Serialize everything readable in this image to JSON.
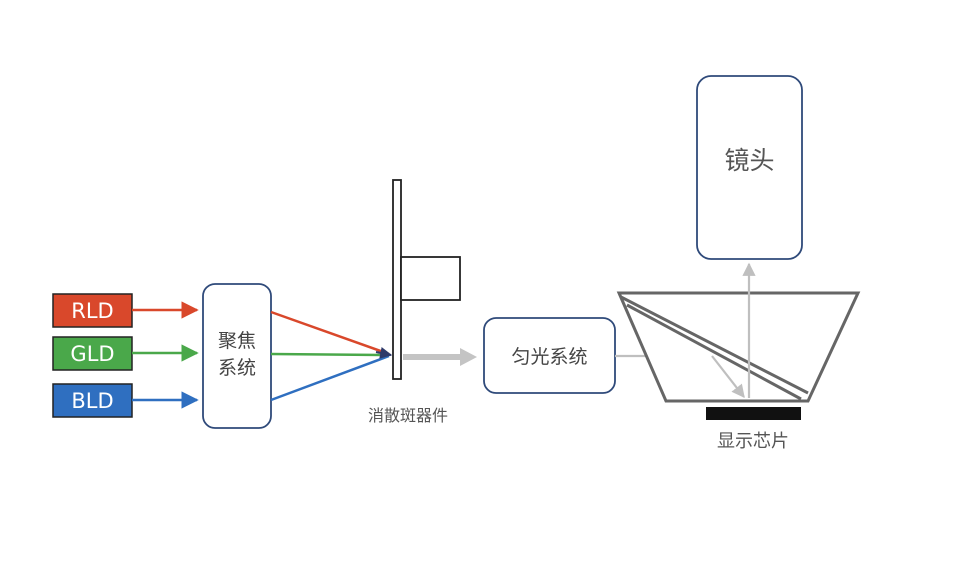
{
  "sources": [
    {
      "label": "RLD",
      "color": "#d9482b"
    },
    {
      "label": "GLD",
      "color": "#4aa84a"
    },
    {
      "label": "BLD",
      "color": "#2f6fc0"
    }
  ],
  "focusing": {
    "line1": "聚焦",
    "line2": "系统"
  },
  "despeckle": {
    "label": "消散斑器件"
  },
  "homogenizer": {
    "label": "匀光系统"
  },
  "lens": {
    "label": "镜头"
  },
  "chip": {
    "label": "显示芯片"
  },
  "colors": {
    "box_border": "#2f4a7a",
    "prism": "#666666",
    "light_path": "#bfbfbf",
    "chip": "#111111"
  }
}
